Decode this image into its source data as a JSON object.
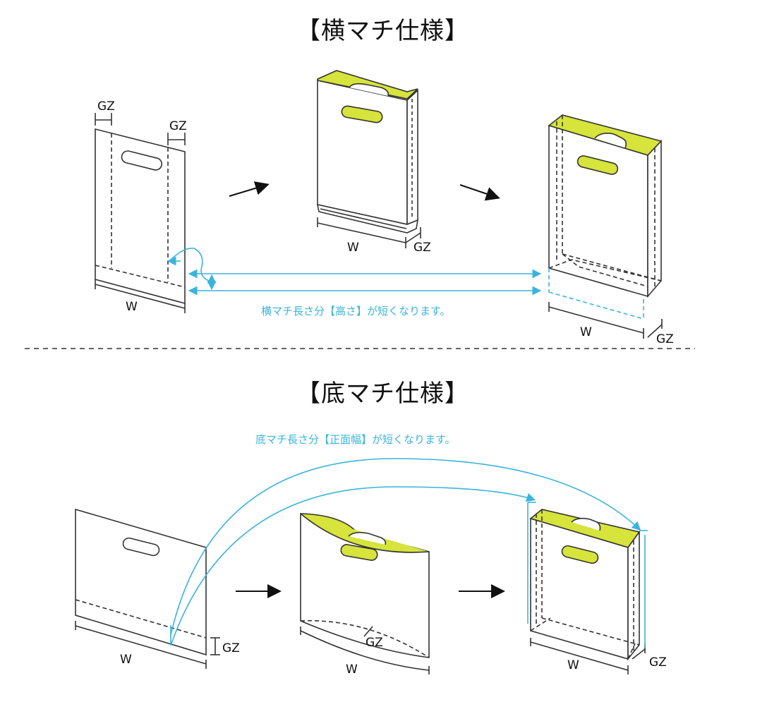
{
  "sections": {
    "side_gusset": {
      "title": "【横マチ仕様】",
      "note": "横マチ長さ分【高さ】が短くなります。",
      "labels": {
        "gz": "GZ",
        "w": "W"
      }
    },
    "bottom_gusset": {
      "title": "【底マチ仕様】",
      "note": "底マチ長さ分【正面幅】が短くなります。",
      "labels": {
        "gz": "GZ",
        "w": "W"
      }
    }
  },
  "colors": {
    "outline": "#333333",
    "accent_yellow": "#d6e43b",
    "accent_blue": "#3ab4dc"
  }
}
